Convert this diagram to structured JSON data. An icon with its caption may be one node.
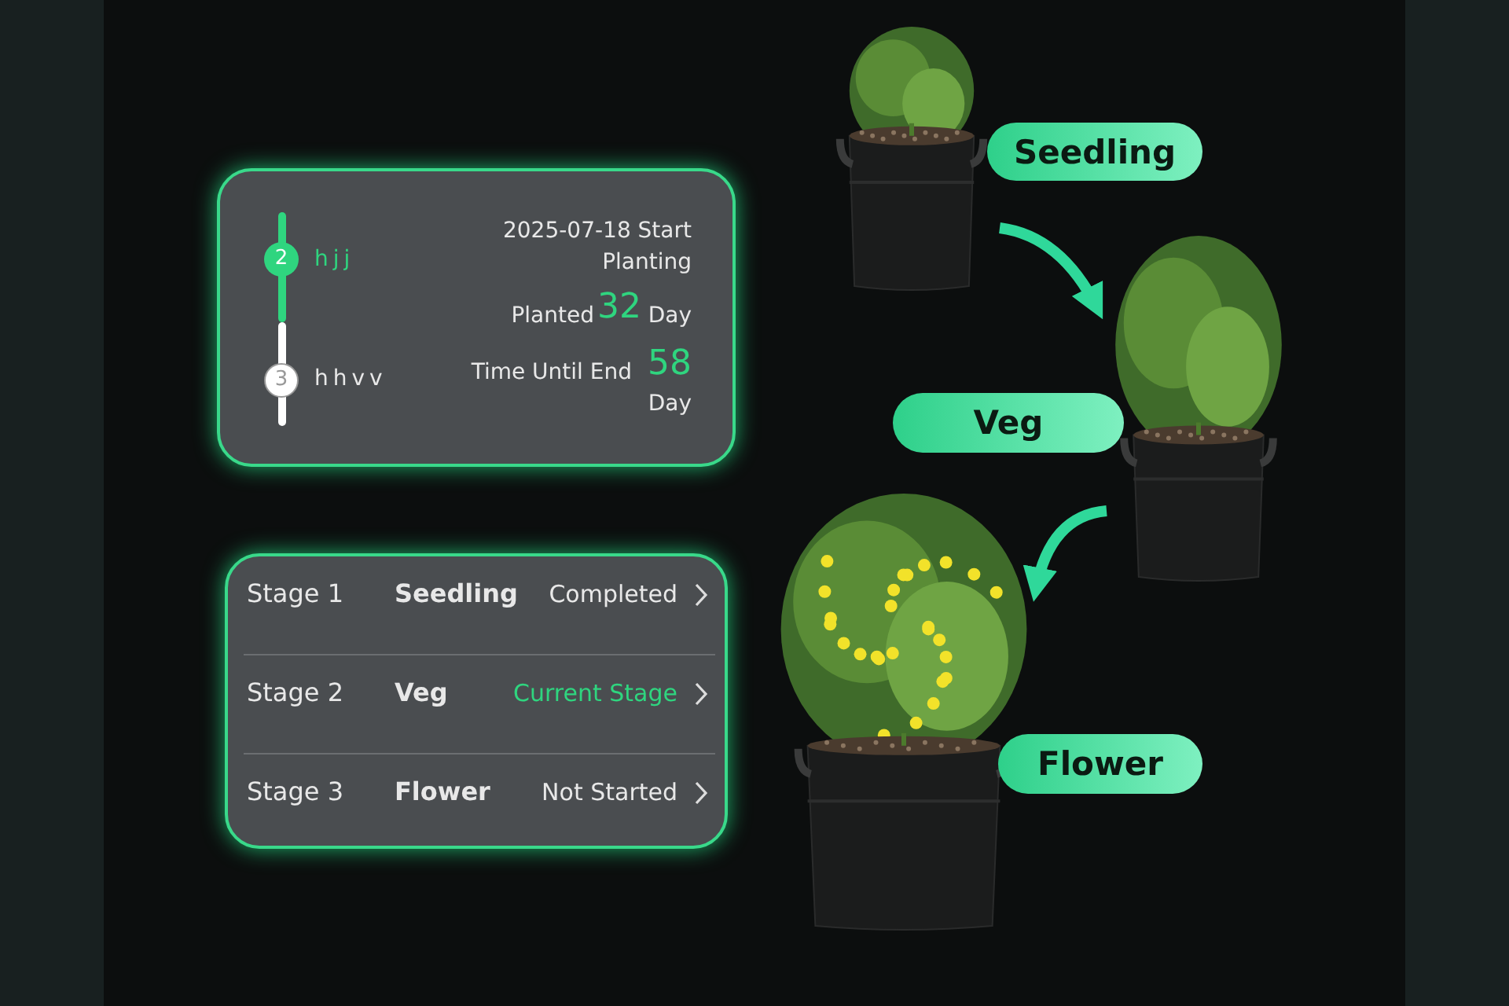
{
  "diagram": {
    "nodes": [
      {
        "text": [
          "2",
          "hjj",
          "3",
          "hhvv",
          "2025-07-18 Start Planting",
          "Planted",
          "32",
          "Day",
          "Time Until End",
          "58",
          "Day"
        ]
      },
      {
        "text": [
          "Stage 1",
          "Seedling",
          "Completed",
          "Stage 2",
          "Veg",
          "Current Stage",
          "Stage 3",
          "Flower",
          "Not Started"
        ]
      },
      {
        "text": [],
        "shape": "picture",
        "beside": [
          "Seedling"
        ]
      },
      {
        "text": [],
        "shape": "picture",
        "beside": [
          "Veg"
        ]
      },
      {
        "text": [],
        "shape": "picture",
        "beside": [
          "Flower"
        ]
      }
    ],
    "edges": [
      {
        "from": 2,
        "to": 3,
        "arrow": "to"
      },
      {
        "from": 3,
        "to": 4,
        "arrow": "to"
      }
    ]
  }
}
